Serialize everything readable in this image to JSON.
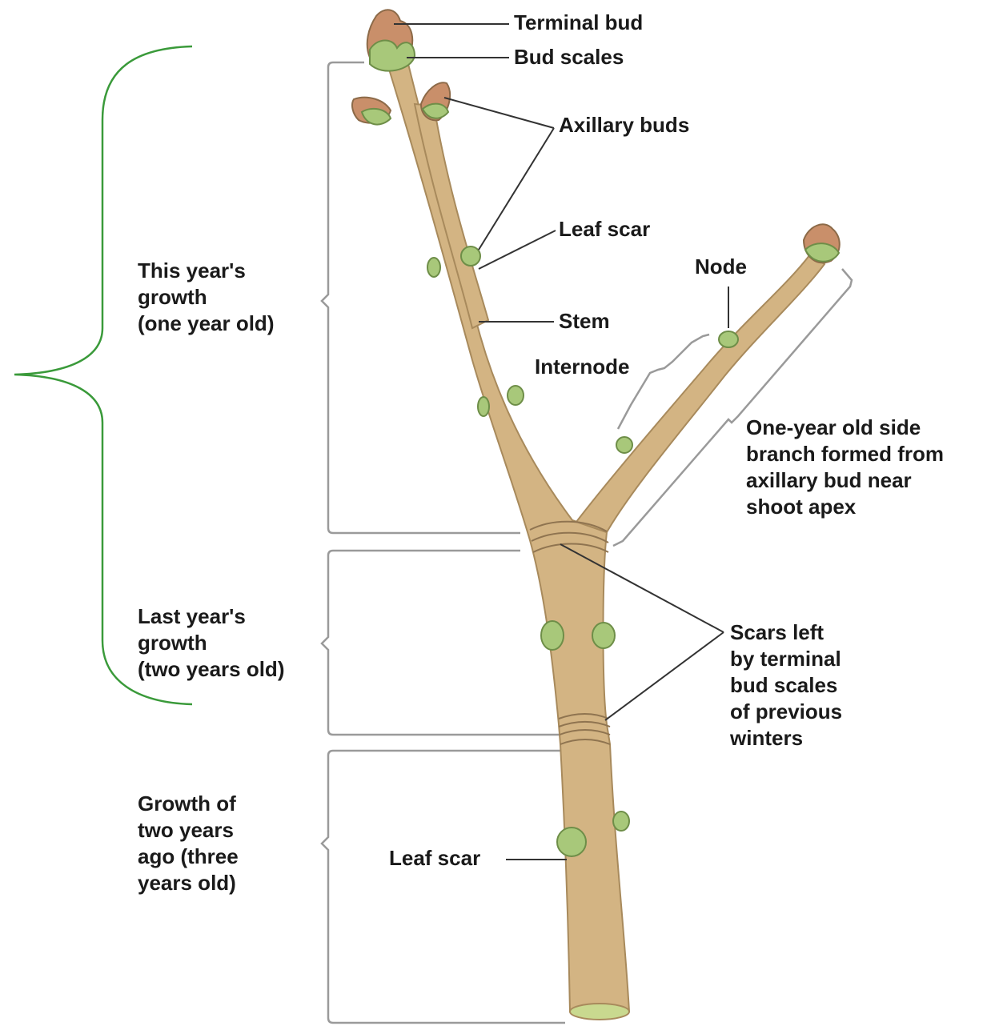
{
  "labels": {
    "terminal_bud": "Terminal bud",
    "bud_scales": "Bud scales",
    "axillary_buds": "Axillary buds",
    "leaf_scar_upper": "Leaf scar",
    "node": "Node",
    "stem": "Stem",
    "internode": "Internode",
    "side_branch": [
      "One-year old side",
      "branch formed from",
      "axillary bud near",
      "shoot apex"
    ],
    "this_year": [
      "This year's",
      "growth",
      "(one year old)"
    ],
    "last_year": [
      "Last year's",
      "growth",
      "(two years old)"
    ],
    "two_years_ago": [
      "Growth of",
      "two years",
      "ago (three",
      "years old)"
    ],
    "scars": [
      "Scars left",
      "by terminal",
      "bud scales",
      "of previous",
      "winters"
    ],
    "leaf_scar_lower": "Leaf scar"
  },
  "colors": {
    "stem_fill": "#d3b483",
    "stem_edge": "#a88a5c",
    "bud_green": "#a8c87a",
    "bud_tip": "#c98f6a",
    "bracket_green": "#3a9a3a",
    "bracket_gray": "#9a9a9a",
    "leader_line": "#333333"
  }
}
